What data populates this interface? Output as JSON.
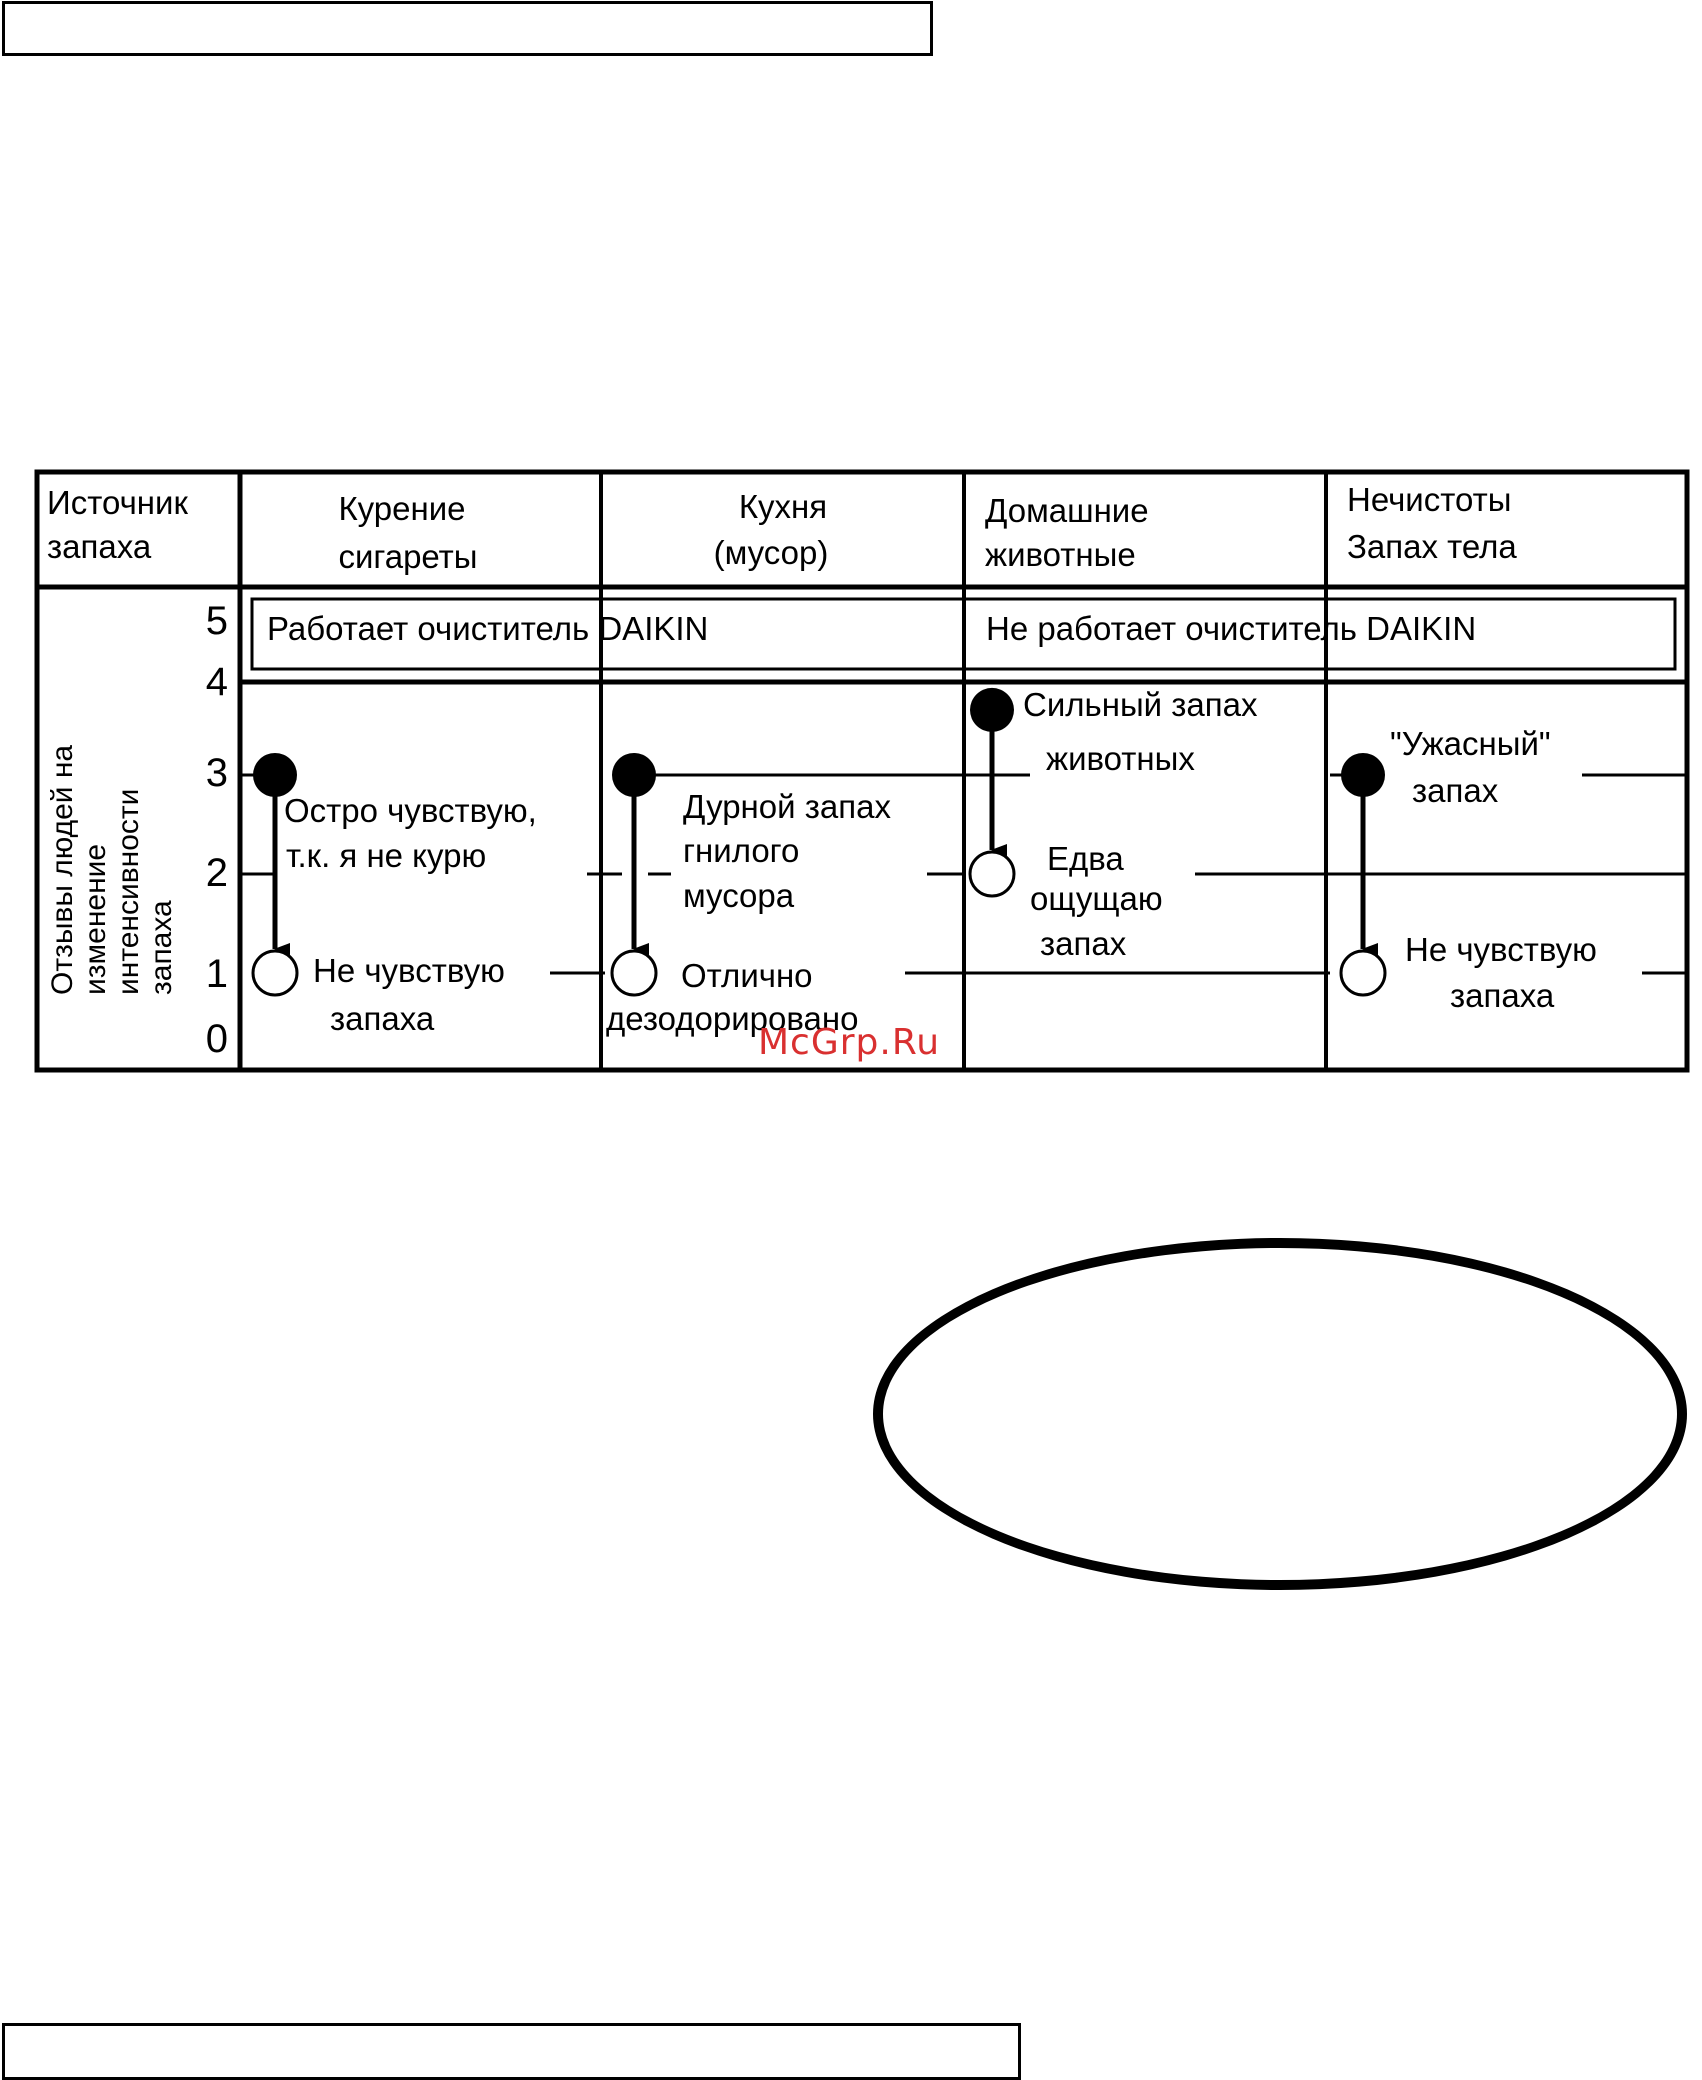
{
  "chart_data": {
    "type": "table",
    "title": "",
    "corner_header": [
      "Источник",
      "запаха"
    ],
    "ylabel": [
      "Отзывы людей на",
      "изменение",
      "интенсивности",
      "запаха"
    ],
    "yticks": [
      "5",
      "4",
      "3",
      "2",
      "1",
      "0"
    ],
    "ylim": [
      0,
      5
    ],
    "legend": {
      "working": "Работает очиститель DAIKIN",
      "not_working": "Не работает очиститель DAIKIN"
    },
    "categories": [
      {
        "header": [
          "Курение",
          "сигареты"
        ],
        "off_level": 3,
        "on_level": 1,
        "off_label": [
          "Остро чувствую,",
          "т.к. я не курю"
        ],
        "on_label": [
          "Не чувствую",
          "запаха"
        ]
      },
      {
        "header": [
          "Кухня",
          "(мусор)"
        ],
        "off_level": 3,
        "on_level": 1,
        "off_label": [
          "Дурной запах",
          "гнилого",
          "мусора"
        ],
        "on_label": [
          "Отлично",
          "дезодорировано"
        ]
      },
      {
        "header": [
          "Домашние",
          "животные"
        ],
        "off_level": 3.7,
        "on_level": 2,
        "off_label": [
          "Сильный запах",
          "животных"
        ],
        "on_label": [
          "Едва",
          "ощущаю",
          "запах"
        ]
      },
      {
        "header": [
          "Нечистоты",
          "Запах тела"
        ],
        "off_level": 3,
        "on_level": 1,
        "off_label": [
          "\"Ужасный\"",
          "запах"
        ],
        "on_label": [
          "Не чувствую",
          "запаха"
        ]
      }
    ]
  },
  "watermark": "McGrp.Ru"
}
